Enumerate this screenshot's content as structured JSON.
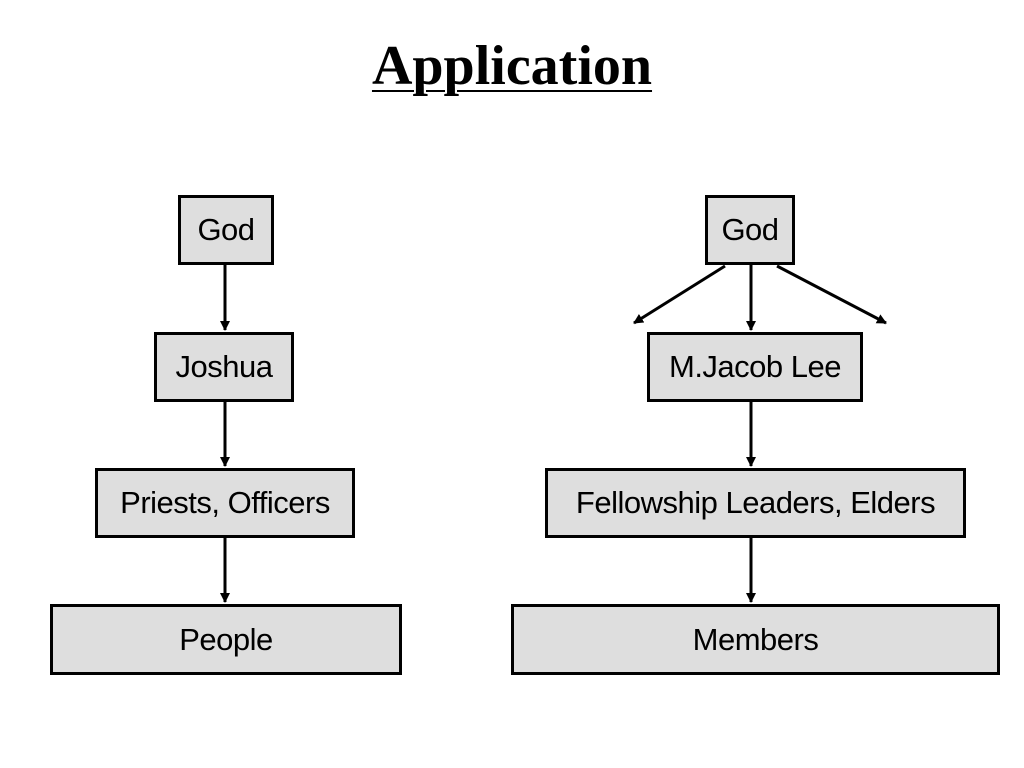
{
  "title": "Application",
  "colors": {
    "node_fill": "#dedede",
    "node_border": "#000000",
    "arrow": "#000000",
    "background": "#ffffff"
  },
  "left_chart": {
    "nodes": [
      "God",
      "Joshua",
      "Priests, Officers",
      "People"
    ],
    "edges": [
      {
        "from": "God",
        "to": "Joshua"
      },
      {
        "from": "Joshua",
        "to": "Priests, Officers"
      },
      {
        "from": "Priests, Officers",
        "to": "People"
      }
    ]
  },
  "right_chart": {
    "nodes": [
      "God",
      "M.Jacob Lee",
      "Fellowship Leaders, Elders",
      "Members"
    ],
    "edges": [
      {
        "from": "God",
        "to": "M.Jacob Lee"
      },
      {
        "from": "God",
        "to": ""
      },
      {
        "from": "God",
        "to": ""
      },
      {
        "from": "M.Jacob Lee",
        "to": "Fellowship Leaders, Elders"
      },
      {
        "from": "Fellowship Leaders, Elders",
        "to": "Members"
      }
    ]
  }
}
